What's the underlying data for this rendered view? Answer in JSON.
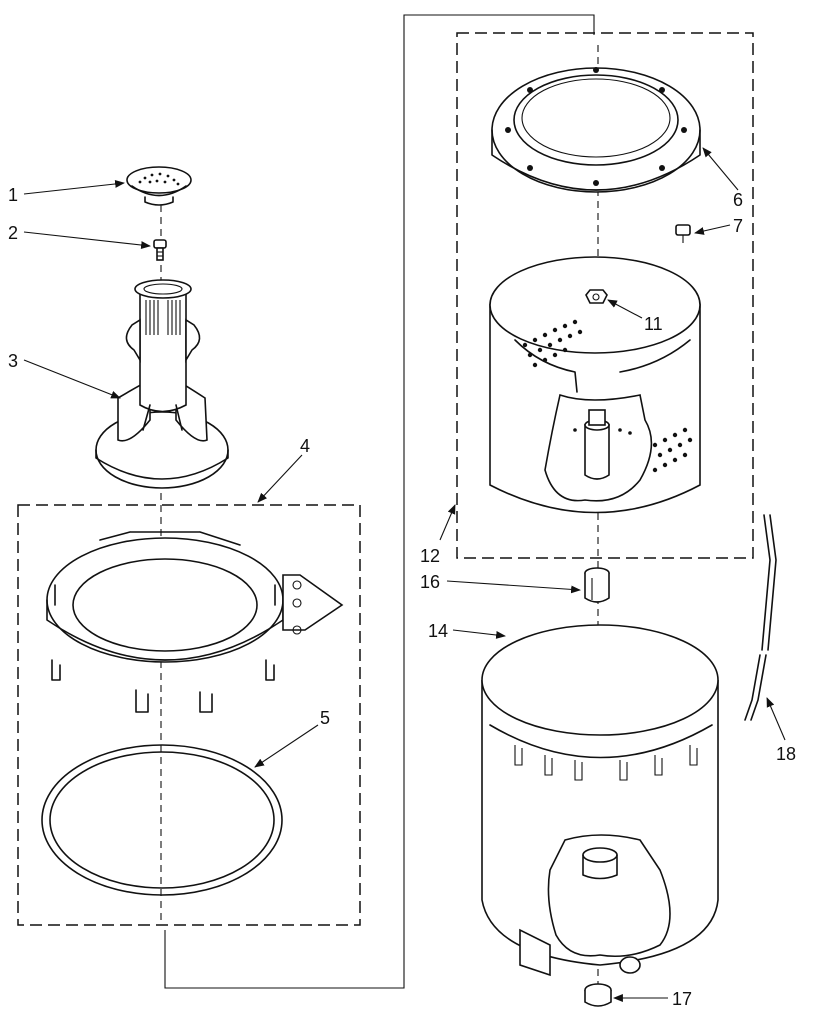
{
  "callouts": {
    "c1": "1",
    "c2": "2",
    "c3": "3",
    "c4": "4",
    "c5": "5",
    "c6": "6",
    "c7": "7",
    "c11": "11",
    "c12": "12",
    "c14": "14",
    "c16": "16",
    "c17": "17",
    "c18": "18"
  }
}
